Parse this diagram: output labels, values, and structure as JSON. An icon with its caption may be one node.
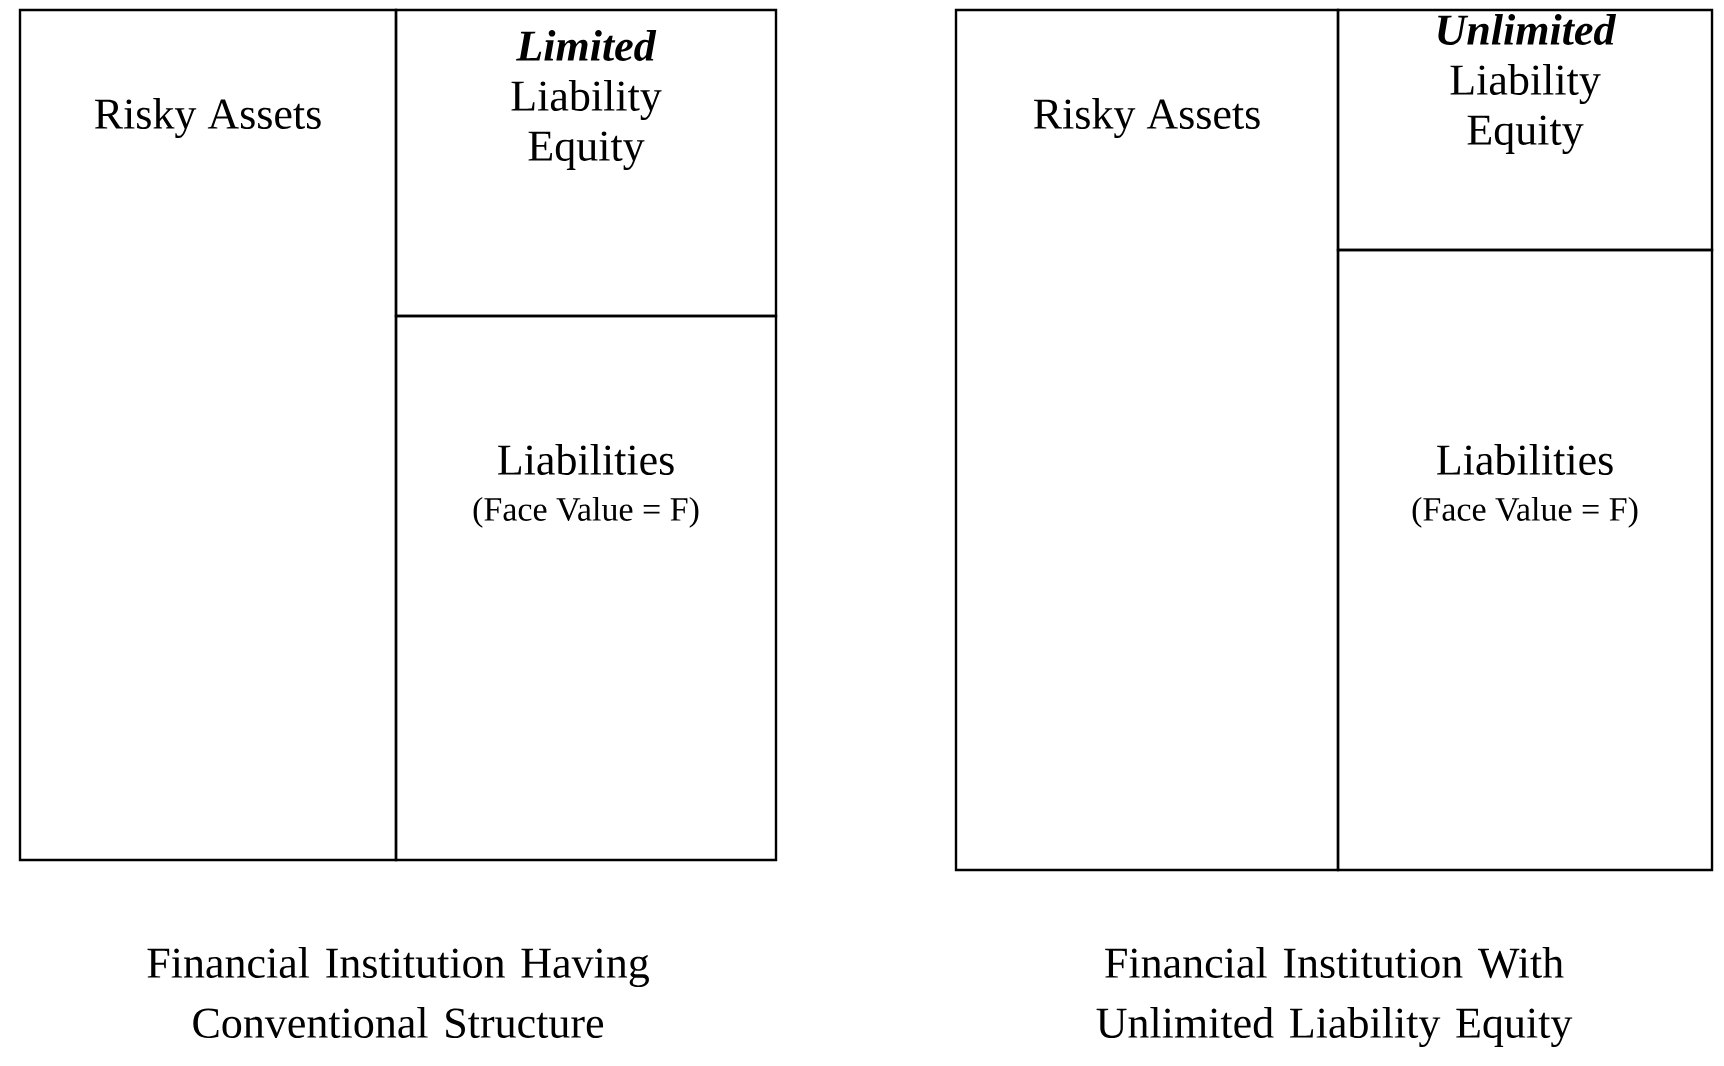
{
  "diagram": {
    "nodes": [
      {
        "text": [
          "Risky Assets"
        ]
      },
      {
        "text": [
          "**Limited** Liability Equity"
        ]
      },
      {
        "text": [
          "Liabilities",
          "(Face Value = F)"
        ]
      },
      {
        "text": [
          "Risky Assets"
        ]
      },
      {
        "text": [
          "**Unlimited** Liability Equity"
        ]
      },
      {
        "text": [
          "Liabilities",
          "(Face Value = F)"
        ]
      }
    ],
    "labels": [
      "Financial Institution Having Conventional Structure",
      "Financial Institution With Unlimited Liability Equity"
    ]
  }
}
